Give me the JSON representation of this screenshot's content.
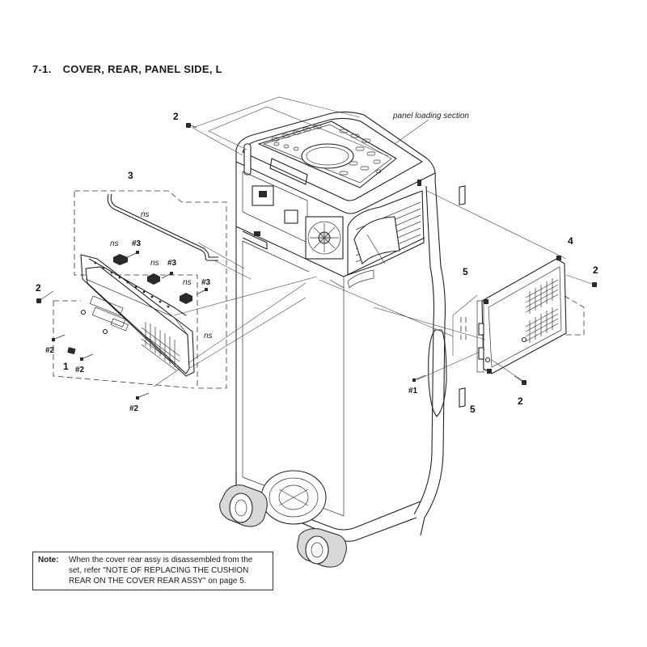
{
  "heading": {
    "number": "7-1.",
    "title": "COVER,  REAR,  PANEL  SIDE, L"
  },
  "callouts": {
    "panel_loading": "panel loading section",
    "c1": "1",
    "c2": "2",
    "c3": "3",
    "c4": "4",
    "c5": "5",
    "s1": "#1",
    "s2": "#2",
    "s3": "#3",
    "ns": "ns"
  },
  "note": {
    "label": "Note:",
    "text": "When the cover rear assy is disassembled from the set, refer \"NOTE OF REPLACING THE CUSHION REAR ON THE COVER REAR ASSY\" on page 5."
  }
}
